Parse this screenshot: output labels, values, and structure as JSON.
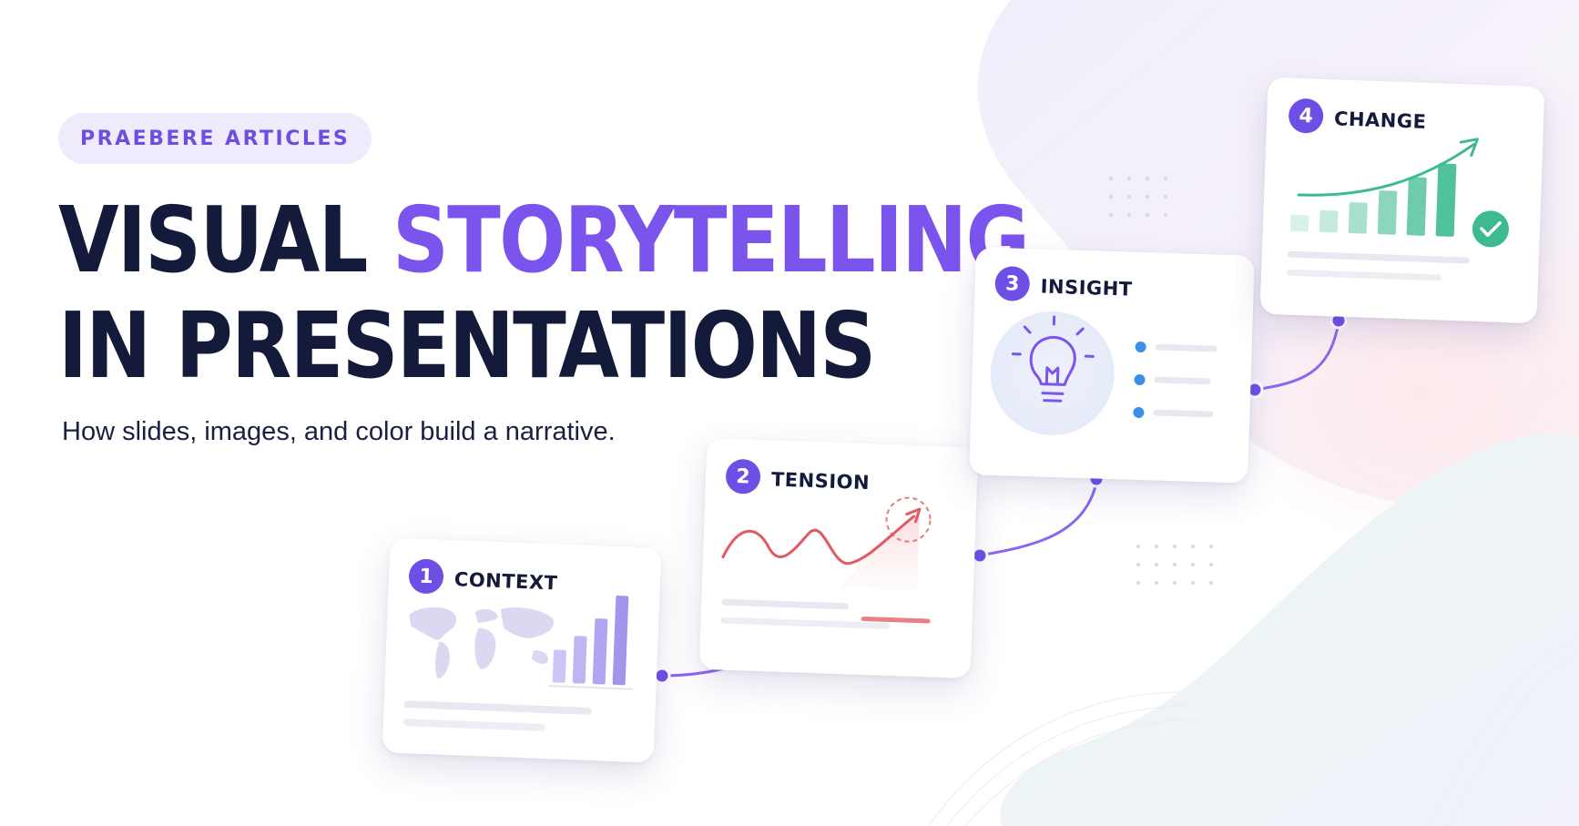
{
  "badge": {
    "text": "PRAEBERE ARTICLES"
  },
  "headline": {
    "line1_start": "VISUAL ",
    "line1_accent": "STORYTELLING",
    "line2": "IN PRESENTATIONS"
  },
  "subtitle": "How slides, images, and color build a narrative.",
  "steps": [
    {
      "number": "1",
      "label": "CONTEXT"
    },
    {
      "number": "2",
      "label": "TENSION"
    },
    {
      "number": "3",
      "label": "INSIGHT"
    },
    {
      "number": "4",
      "label": "CHANGE"
    }
  ],
  "colors": {
    "accent": "#7b54ee",
    "dark": "#141a3a",
    "tension_red": "#e05a64",
    "change_green": "#3dbb8f",
    "insight_blue": "#3b8fe8"
  },
  "icons": [
    "world-map-icon",
    "bar-chart-icon",
    "wave-line-icon",
    "lightbulb-icon",
    "growth-arrow-icon",
    "check-icon"
  ]
}
